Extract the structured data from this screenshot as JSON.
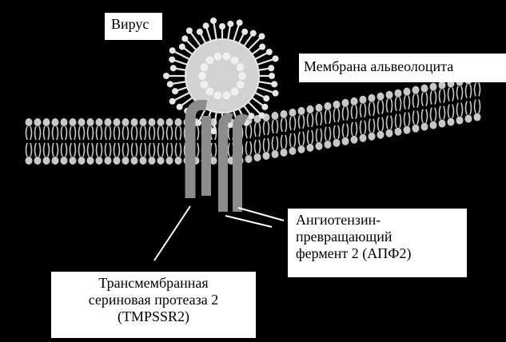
{
  "labels": {
    "virus": "Вирус",
    "membrane": "Мембрана альвеолоцита",
    "ace2": "Ангиотензин-\nпревращающий\nфермент 2 (АПФ2)",
    "tmprss2": "Трансмембранная\nсериновая протеаза 2\n(TMPSSR2)"
  },
  "colors": {
    "background": "#000000",
    "lipid": "#c8c8c8",
    "protein": "#8c8c8c",
    "virus": "#e6e6e6",
    "label_bg": "#ffffff"
  }
}
